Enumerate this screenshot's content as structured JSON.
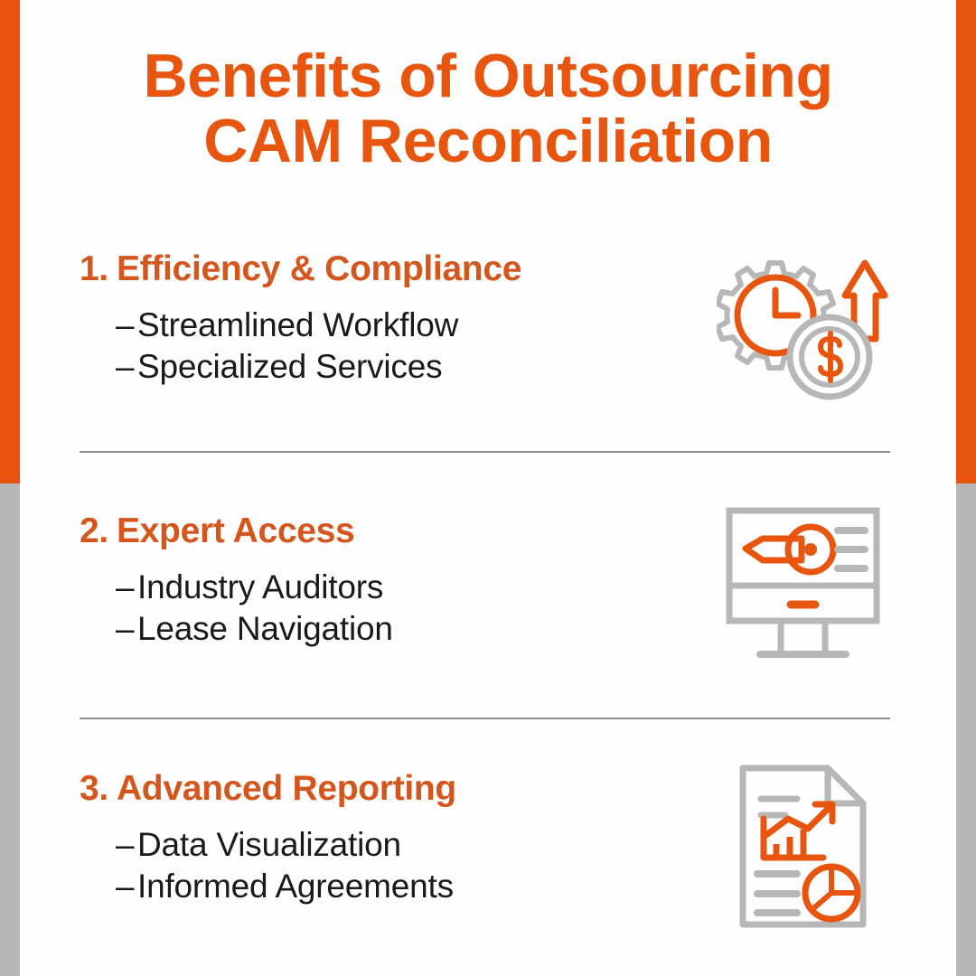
{
  "theme": {
    "accent_orange": "#E8550F",
    "heading_orange": "#D4561C",
    "icon_gray": "#B7B7B7",
    "divider_gray": "#8C8C8C",
    "body_black": "#1A1A1A",
    "background": "#FEFEFE"
  },
  "title": {
    "line1": "Benefits of Outsourcing",
    "line2": "CAM Reconciliation"
  },
  "sections": [
    {
      "number": "1.",
      "heading": "Efficiency & Compliance",
      "bullets": [
        {
          "dash": "–",
          "text": "Streamlined Workflow"
        },
        {
          "dash": "–",
          "text": "Specialized Services"
        }
      ],
      "icon": "gear-clock-dollar-growth-icon"
    },
    {
      "number": "2.",
      "heading": "Expert Access",
      "bullets": [
        {
          "dash": "–",
          "text": "Industry Auditors"
        },
        {
          "dash": "–",
          "text": "Lease Navigation"
        }
      ],
      "icon": "monitor-key-access-icon"
    },
    {
      "number": "3.",
      "heading": "Advanced Reporting",
      "bullets": [
        {
          "dash": "–",
          "text": "Data Visualization"
        },
        {
          "dash": "–",
          "text": "Informed Agreements"
        }
      ],
      "icon": "document-charts-report-icon"
    }
  ]
}
